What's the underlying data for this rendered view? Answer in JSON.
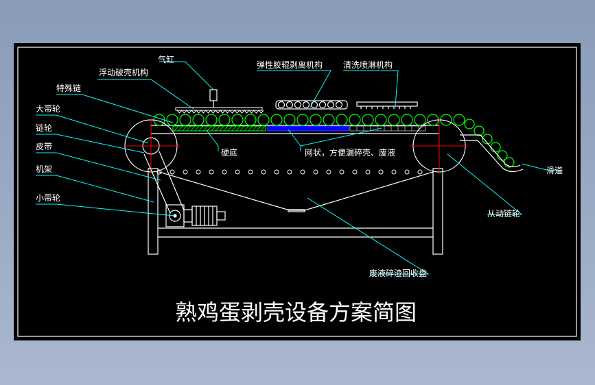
{
  "title": "熟鸡蛋剥壳设备方案简图",
  "labels": {
    "cylinder": "气缸",
    "floating_breaker": "浮动破壳机构",
    "special_chain": "特殊链",
    "large_pulley": "大带轮",
    "sprocket": "链轮",
    "belt": "皮带",
    "frame": "机架",
    "small_pulley": "小带轮",
    "elastic_roller": "弹性胶辊剥离机构",
    "spray_cleaning": "清洗喷淋机构",
    "hard_bottom": "硬底",
    "mesh": "网状，方便漏碎壳、废液",
    "driven_sprocket": "从动链轮",
    "chute": "滑道",
    "waste_tray": "废液碎渣回收盘"
  },
  "colors": {
    "background": "#000000",
    "frame": "#ffffff",
    "leader": "#00ffff",
    "egg": "#00ff00",
    "center_mark": "#ff0000",
    "hatch": "#00ff00",
    "mesh": "#0000ff"
  }
}
